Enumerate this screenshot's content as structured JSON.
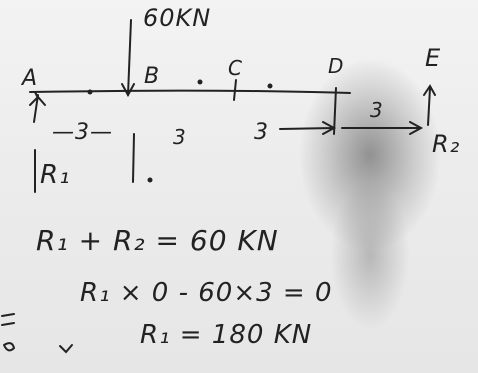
{
  "diagram": {
    "load_label": "60KN",
    "points": {
      "a": "A",
      "b": "B",
      "c": "C",
      "d": "D",
      "e": "E"
    },
    "spans": {
      "ab": "—3—",
      "bc": "3",
      "cd": "3",
      "de": "3"
    },
    "reactions": {
      "r1": "R₁",
      "r2": "R₂"
    }
  },
  "equations": {
    "eq1": "R₁ + R₂ = 60 KN",
    "eq2": "R₁ × 0 - 60×3 = 0",
    "eq3": "R₁ = 180 KN"
  }
}
